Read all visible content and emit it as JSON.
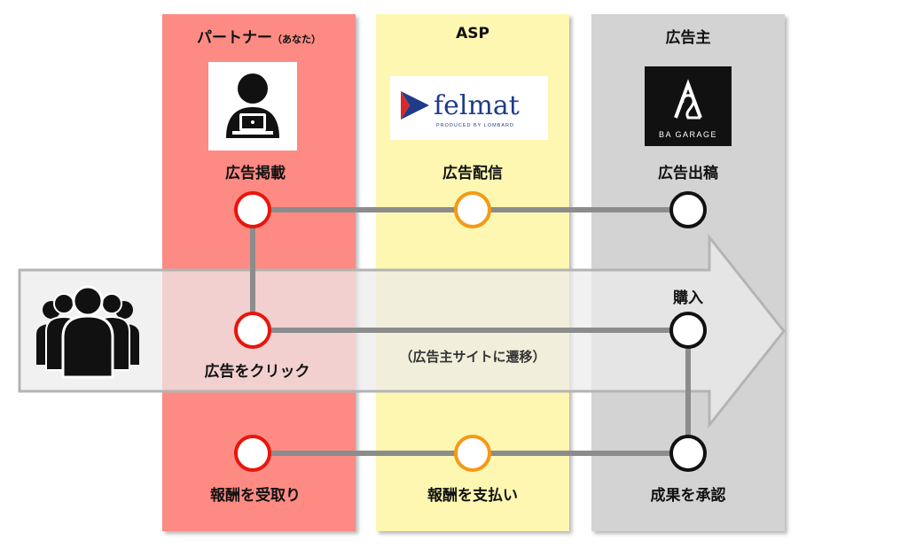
{
  "colors": {
    "partner_bg": "#fe8a84",
    "asp_bg": "#fdf7b1",
    "advertiser_bg": "#d3d3d3",
    "partner_node": "#e8150d",
    "asp_node": "#f39a18",
    "advertiser_node": "#111111",
    "connector": "#8c8c8c"
  },
  "columns": {
    "partner": {
      "title": "パートナー",
      "title_note": "（あなた）",
      "icon": "user-laptop-icon"
    },
    "asp": {
      "title": "ASP",
      "logo_text": "felmat",
      "logo_sub": "PRODUCED BY LOMBARD",
      "icon": "felmat-logo"
    },
    "advertiser": {
      "title": "広告主",
      "logo_text": "BA GARAGE",
      "icon": "ba-garage-logo"
    }
  },
  "steps": {
    "ad_posting": "広告掲載",
    "ad_delivery": "広告配信",
    "ad_placement": "広告出稿",
    "click_ad": "広告をクリック",
    "purchase": "購入",
    "transition_note": "（広告主サイトに遷移）",
    "receive_reward": "報酬を受取り",
    "pay_reward": "報酬を支払い",
    "approve_result": "成果を承認"
  },
  "user_group_icon": "people-group-icon"
}
